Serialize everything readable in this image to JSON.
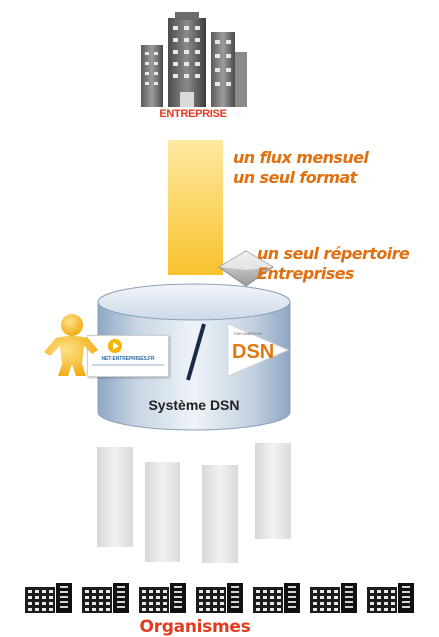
{
  "enterprise": {
    "label": "ENTREPRISE",
    "icon": "building-icon"
  },
  "flux": {
    "line1": "un flux mensuel",
    "line2": "un seul format",
    "color": "#f8c22f"
  },
  "repertoire": {
    "line1": "un seul répertoire",
    "line2": "Entreprises"
  },
  "system": {
    "label": "Système DSN",
    "ne_logo_text": "NET-ENTREPRISES.FR",
    "dsn_logo_text": "DSN",
    "dsn_logo_caption": "PAR AMBITION"
  },
  "organismes": {
    "label": "Organismes",
    "count": 7
  },
  "colors": {
    "orange_text": "#e07010",
    "red_label": "#e23b1f",
    "bar_yellow": "#f8c22f",
    "pillar_grey": "#dadada"
  }
}
